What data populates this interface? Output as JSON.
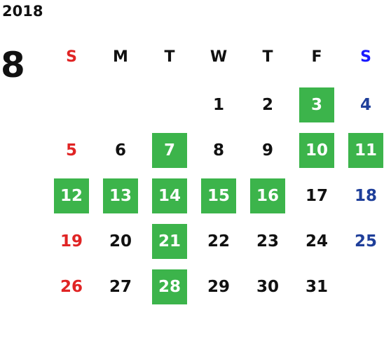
{
  "calendar": {
    "year": "2018",
    "month": "8",
    "weekdays": [
      "S",
      "M",
      "T",
      "W",
      "T",
      "F",
      "S"
    ],
    "first_weekday": 3,
    "days_in_month": 31,
    "highlighted_days": [
      3,
      7,
      10,
      11,
      12,
      13,
      14,
      15,
      16,
      21,
      28
    ],
    "colors": {
      "default": "#111111",
      "sunday": "#e02424",
      "saturday_header": "#1a1aff",
      "saturday": "#1f3f9a",
      "highlight": "#3cb44b",
      "highlight_text": "#ffffff"
    }
  }
}
